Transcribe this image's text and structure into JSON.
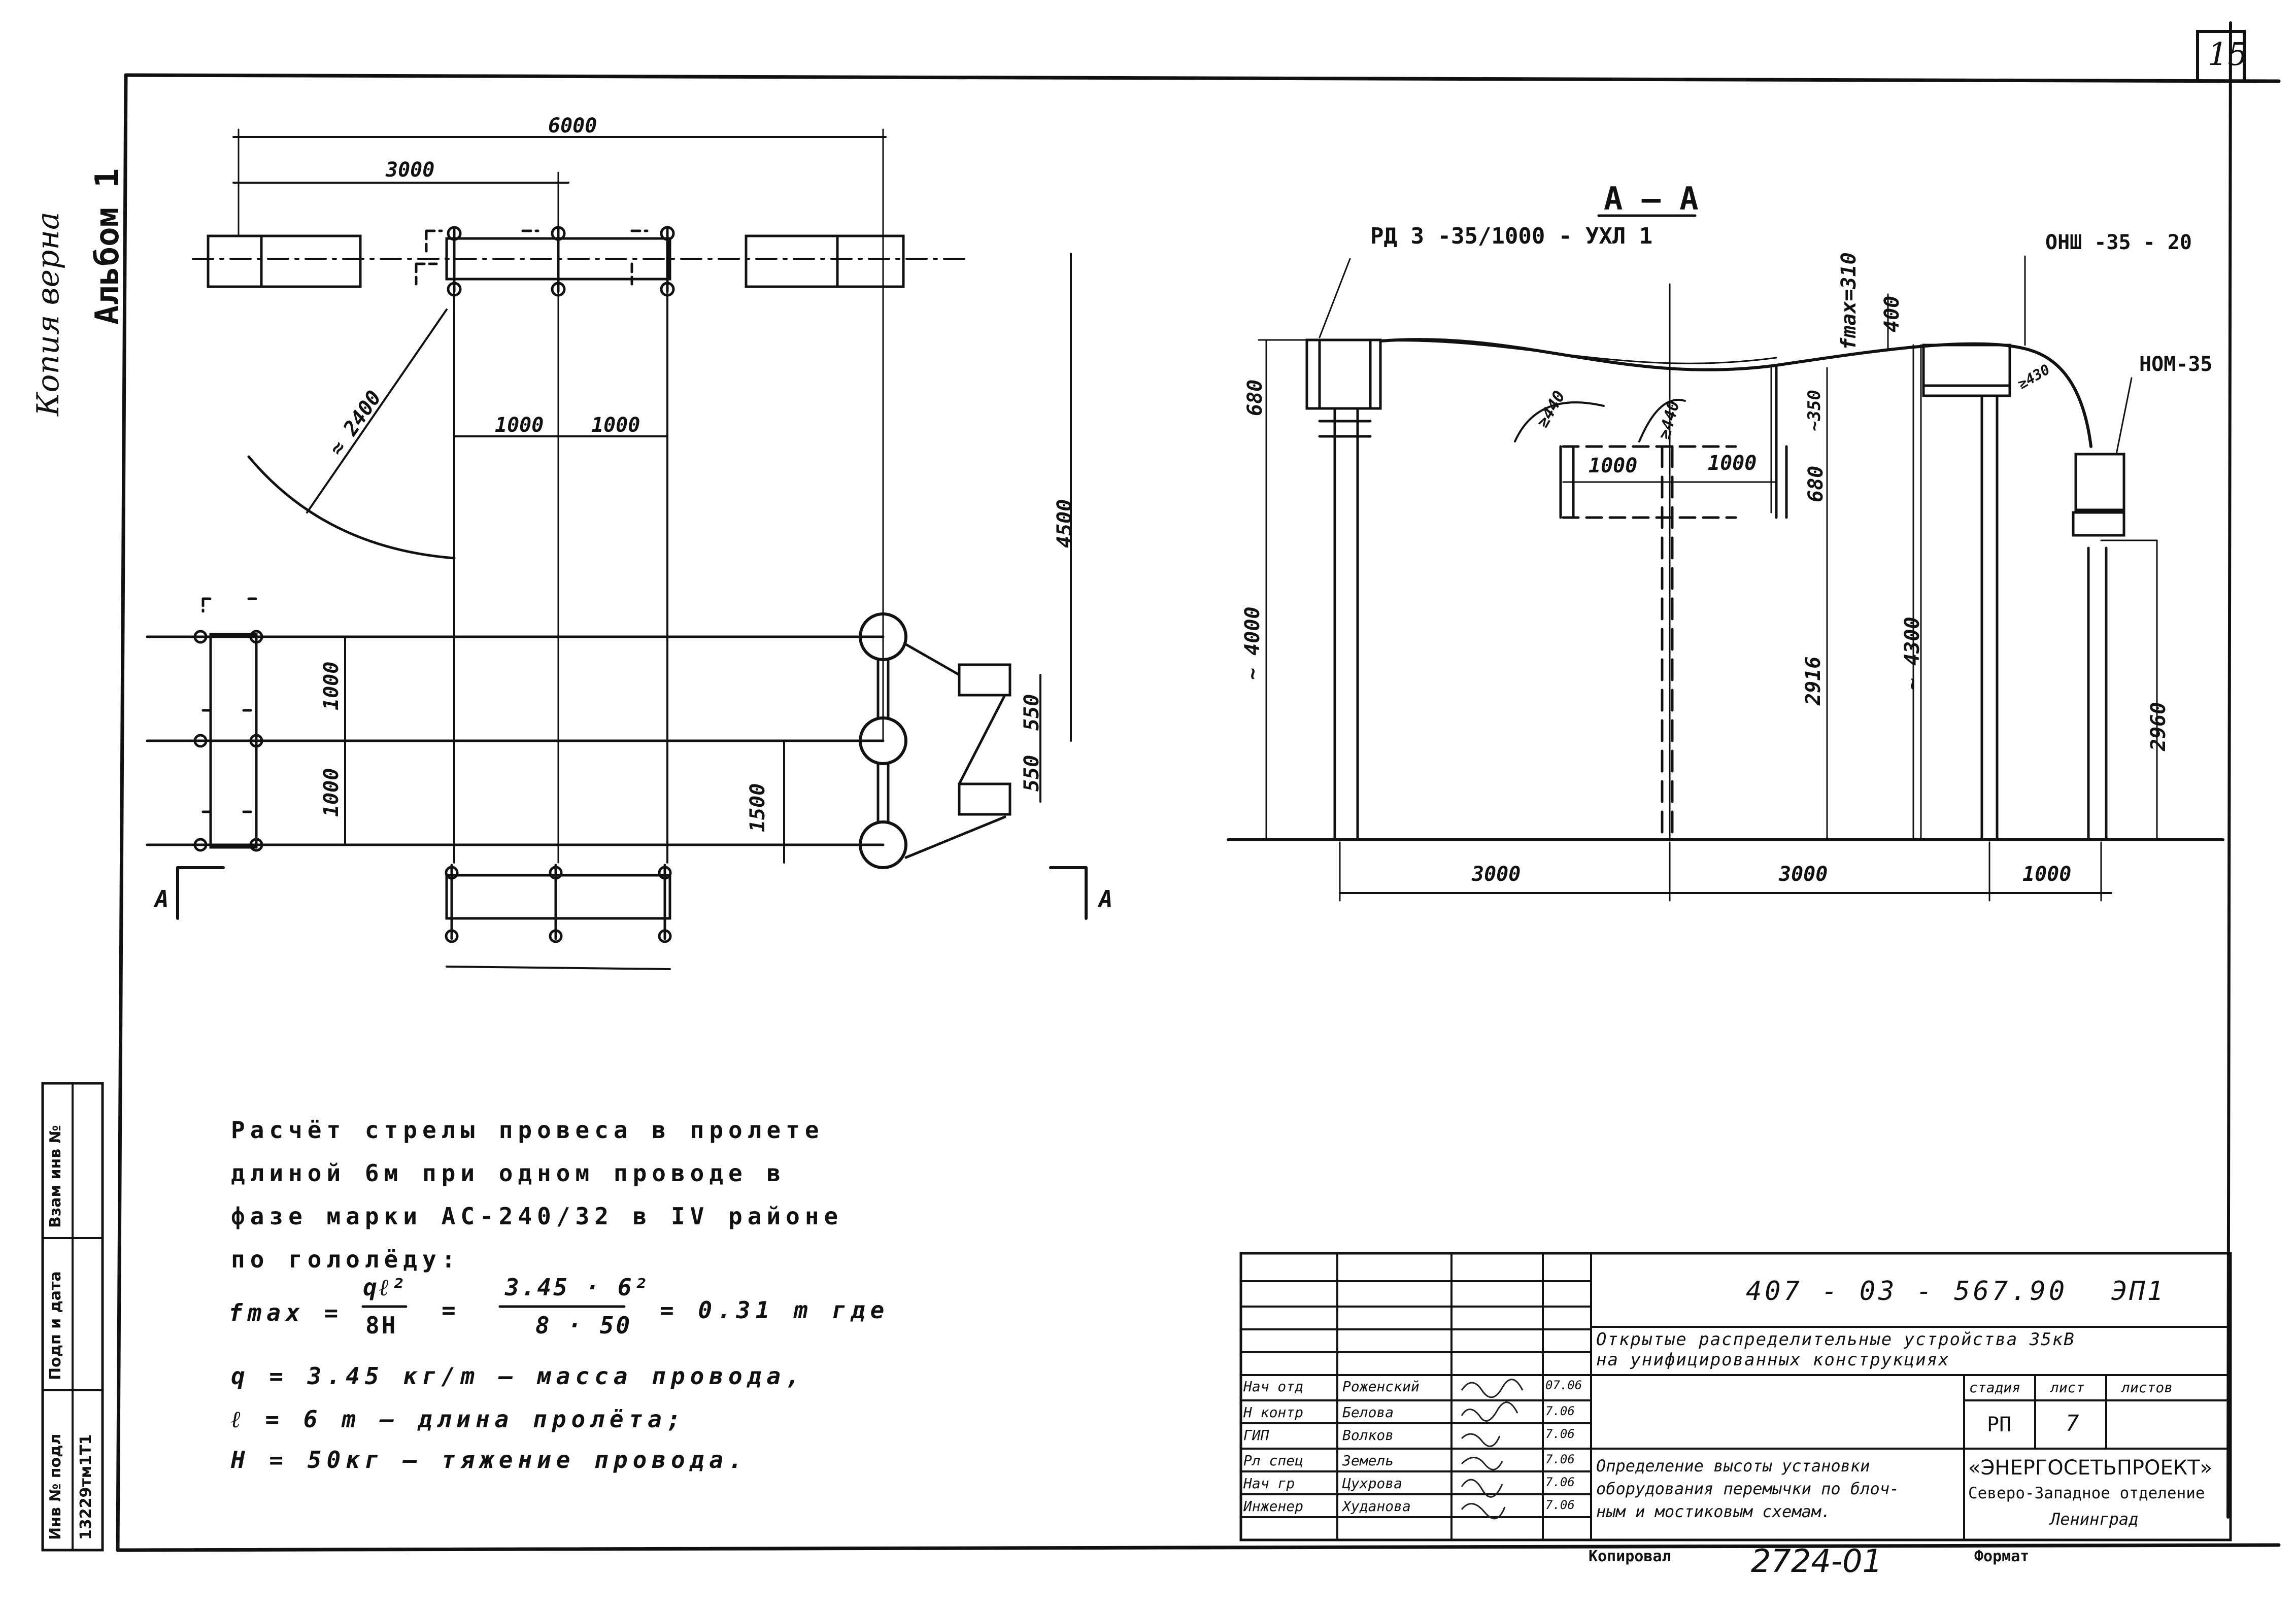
{
  "sheet": {
    "page_number": "15",
    "side_note_copy": "Копия верна",
    "side_note_album": "Альбом 1"
  },
  "plan": {
    "dim_6000": "6000",
    "dim_3000": "3000",
    "dim_radius": "≈ 2400",
    "dim_1000_a": "1000",
    "dim_1000_b": "1000",
    "dim_4500": "4500",
    "dim_1000_v1": "1000",
    "dim_1000_v2": "1000",
    "dim_1500": "1500",
    "dim_550_a": "550",
    "dim_550_b": "550",
    "section_mark_left": "А",
    "section_mark_right": "А"
  },
  "section": {
    "title": "А — А",
    "label_disconnector": "РД З -35/1000 - УХЛ 1",
    "label_insulator": "ОНШ -35 - 20",
    "label_transformer": "НОМ-35",
    "label_fmax": "fmax=310",
    "dim_400": "400",
    "dim_680_left": "680",
    "dim_680_mid": "680",
    "dim_350": "~350",
    "dim_440_a": "≥440",
    "dim_440_b": "≥440",
    "dim_430": "≥430",
    "dim_1000_a": "1000",
    "dim_1000_b": "1000",
    "dim_4000": "~ 4000",
    "dim_2916": "2916",
    "dim_4300": "~ 4300",
    "dim_2960": "2960",
    "dim_3000_a": "3000",
    "dim_3000_b": "3000",
    "dim_1000_c": "1000"
  },
  "calculation": {
    "line1": "Расчёт  стрелы  провеса  в пролете",
    "line2": "длиной  6м  при  одном  проводе  в",
    "line3": "фазе  марки  АС-240/32  в IV районе",
    "line4": "по  гололёду:",
    "formula_lhs": "fmax  =",
    "formula_frac1_num": "qℓ²",
    "formula_frac1_den": "8H",
    "formula_eq1": "=",
    "formula_frac2_num": "3.45 · 6²",
    "formula_frac2_den": "8 · 50",
    "formula_result": "=  0.31 m    где",
    "def_q": "q  =  3.45 кг/m  — масса провода,",
    "def_l": "ℓ  =  6 m  —  длина  пролёта;",
    "def_h": "H  =  50кг  —  тяжение  провода."
  },
  "left_stamp": {
    "col1": "Инв № подл",
    "col2": "Подп и дата",
    "col3": "Взам инв №",
    "value": "13229тм1Т1"
  },
  "title_block": {
    "doc_code": "407 - 03 - 567.90",
    "doc_sheet_code": "ЭП1",
    "project_title_1": "Открытые распределительные устройства 35кВ",
    "project_title_2": "на унифицированных конструкциях",
    "stage_header": "стадия",
    "sheet_header": "лист",
    "sheets_header": "листов",
    "stage_value": "РП",
    "sheet_value": "7",
    "sheet_title_1": "Определение высоты установки",
    "sheet_title_2": "оборудования перемычки по блоч-",
    "sheet_title_3": "ным и мостиковым схемам.",
    "org_1": "«ЭНЕРГОСЕТЬПРОЕКТ»",
    "org_2": "Северо-Западное отделение",
    "org_3": "Ленинград",
    "roles": [
      "Нач отд",
      "Н контр",
      "ГИП",
      "Рл спец",
      "Нач гр",
      "Инженер"
    ],
    "names": [
      "Роженский",
      "Белова",
      "Волков",
      "Земель",
      "Цухрова",
      "Худанова"
    ],
    "dates": [
      "07.06",
      "7.06",
      "7.06",
      "7.06",
      "7.06",
      "7.06"
    ],
    "copied_label": "Копировал",
    "copy_number": "2724-01",
    "format_label": "Формат"
  }
}
